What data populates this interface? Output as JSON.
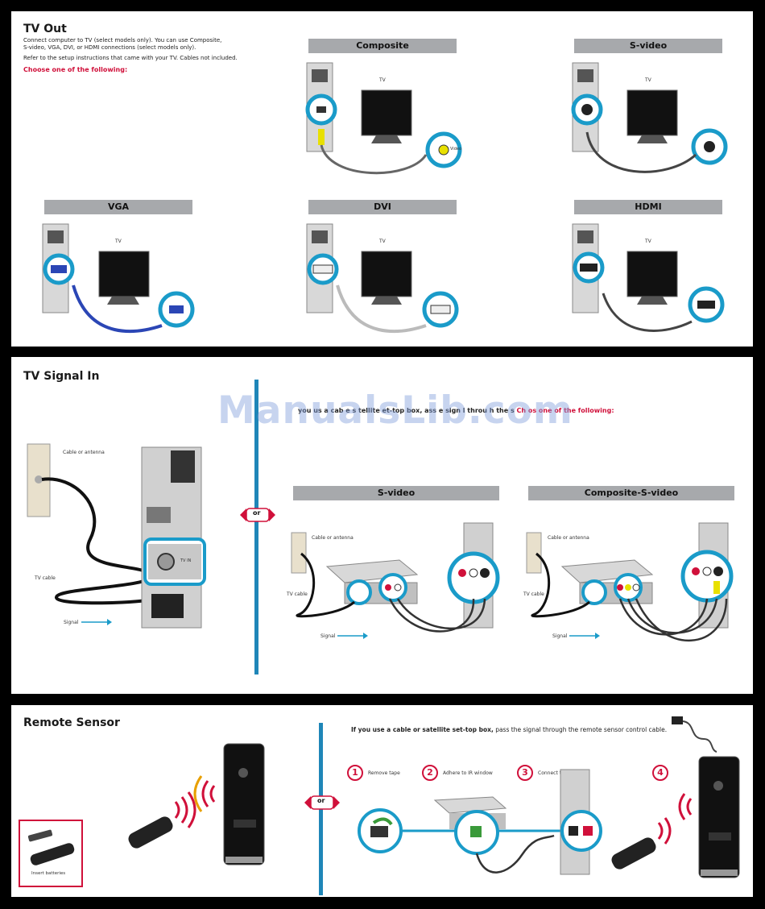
{
  "watermark": "ManualsLib.com",
  "tv_out": {
    "title": "TV Out",
    "desc_lines": [
      "Connect computer to TV (select models only). You can use Composite,",
      "S-video, VGA, DVI, or HDMI connections (select models only).",
      "Refer to the setup instructions that came with your TV. Cables not included."
    ],
    "choose": "Choose one of the following:",
    "tv_label": "TV",
    "options": [
      {
        "label": "Composite",
        "port_label": "Video"
      },
      {
        "label": "S-video"
      },
      {
        "label": "VGA"
      },
      {
        "label": "DVI"
      },
      {
        "label": "HDMI"
      }
    ]
  },
  "tv_signal_in": {
    "title": "TV Signal In",
    "cable_or_antenna": "Cable or antenna",
    "tv_cable": "TV cable",
    "signal": "Signal",
    "or_label": "or",
    "settop_text": "you us  a cab e  s  tellite  et-top box,  ass  e sign l throu h  the  s  ",
    "choose": "Ch os  one of the following:",
    "port_label": "TV IN",
    "options": [
      {
        "label": "S-video"
      },
      {
        "label": "Composite-S-video"
      }
    ]
  },
  "remote_sensor": {
    "title": "Remote Sensor",
    "insert_batteries": "Insert batteries",
    "or_label": "or",
    "intro_bold": "If you use a cable or satellite set-top box,",
    "intro_rest": " pass the signal through the remote sensor control cable.",
    "steps": [
      {
        "num": "1",
        "label": "Remove tape"
      },
      {
        "num": "2",
        "label": "Adhere to IR window"
      },
      {
        "num": "3",
        "label": "Connect to computer"
      },
      {
        "num": "4",
        "label": ""
      }
    ]
  },
  "colors": {
    "accent_red": "#d0103a",
    "divider_blue": "#1f86b8",
    "header_gray": "#a7a9ac",
    "callout_teal": "#1a9bc9"
  }
}
